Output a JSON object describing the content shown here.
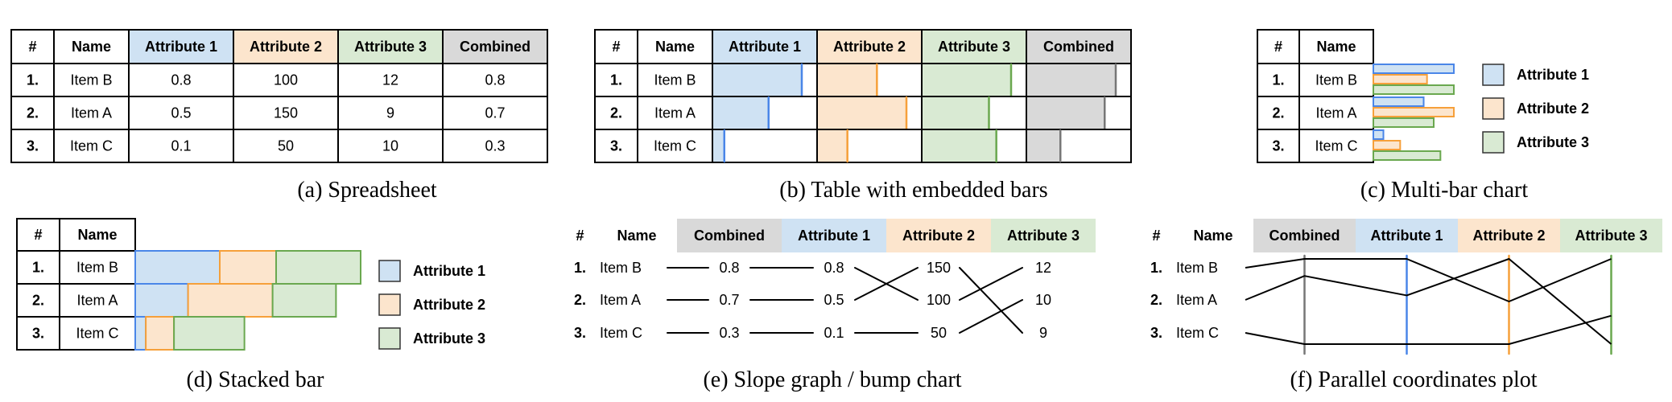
{
  "colors": {
    "a1_fill": "#CFE2F3",
    "a1_line": "#4A86E8",
    "a2_fill": "#FCE5CD",
    "a2_line": "#F6A03A",
    "a3_fill": "#D9EAD3",
    "a3_line": "#6AA84F",
    "comb_fill": "#D9D9D9",
    "comb_line": "#777777"
  },
  "headers": {
    "num": "#",
    "name": "Name",
    "attr1": "Attribute 1",
    "attr2": "Attribute 2",
    "attr3": "Attribute 3",
    "combined": "Combined"
  },
  "legend": [
    "Attribute 1",
    "Attribute 2",
    "Attribute 3"
  ],
  "rows": [
    {
      "rank": "1.",
      "name": "Item B",
      "a1": "0.8",
      "a2": "100",
      "a3": "12",
      "comb": "0.8"
    },
    {
      "rank": "2.",
      "name": "Item A",
      "a1": "0.5",
      "a2": "150",
      "a3": "9",
      "comb": "0.7"
    },
    {
      "rank": "3.",
      "name": "Item C",
      "a1": "0.1",
      "a2": "50",
      "a3": "10",
      "comb": "0.3"
    }
  ],
  "captions": {
    "a": "(a)  Spreadsheet",
    "b": "(b)  Table with embedded bars",
    "c": "(c)  Multi-bar chart",
    "d": "(d)  Stacked bar",
    "e": "(e)  Slope graph / bump chart",
    "f": "(f)  Parallel coordinates plot"
  },
  "chart_data": [
    {
      "type": "table",
      "columns": [
        "#",
        "Name",
        "Attribute 1",
        "Attribute 2",
        "Attribute 3",
        "Combined"
      ],
      "rows": [
        [
          "1.",
          "Item B",
          0.8,
          100,
          12,
          0.8
        ],
        [
          "2.",
          "Item A",
          0.5,
          150,
          9,
          0.7
        ],
        [
          "3.",
          "Item C",
          0.1,
          50,
          10,
          0.3
        ]
      ]
    },
    {
      "type": "bar",
      "categories": [
        "Item B",
        "Item A",
        "Item C"
      ],
      "series": [
        {
          "name": "Attribute 1",
          "values": [
            0.8,
            0.5,
            0.1
          ]
        },
        {
          "name": "Attribute 2",
          "values": [
            100,
            150,
            50
          ]
        },
        {
          "name": "Attribute 3",
          "values": [
            12,
            9,
            10
          ]
        },
        {
          "name": "Combined",
          "values": [
            0.8,
            0.7,
            0.3
          ]
        }
      ]
    }
  ]
}
